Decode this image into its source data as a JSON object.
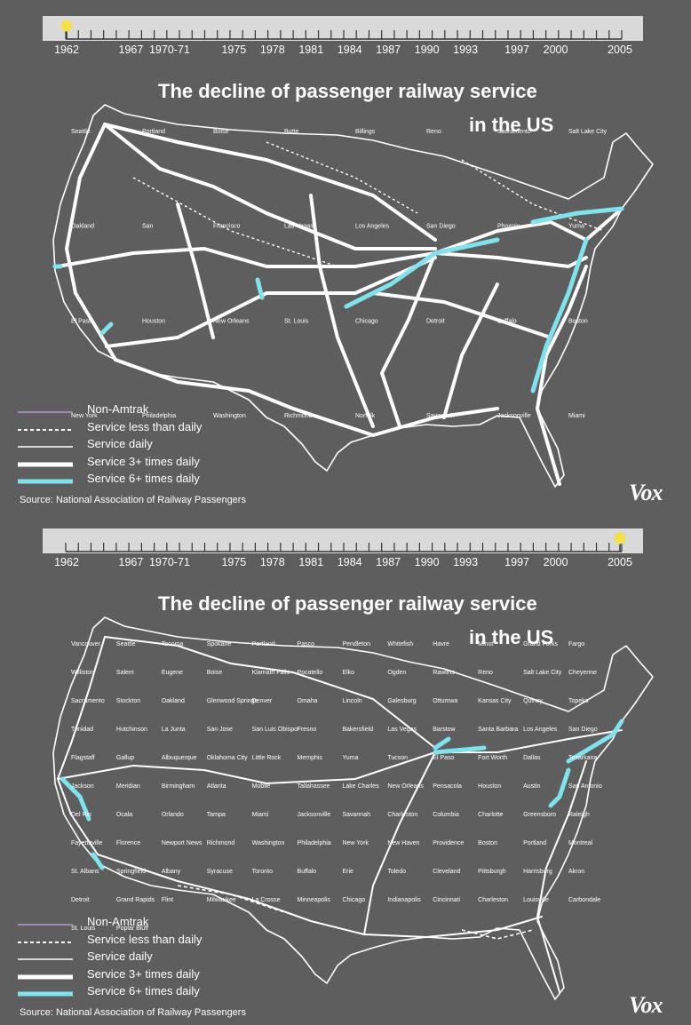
{
  "timeline": {
    "years": [
      "1962",
      "1967",
      "1970-71",
      "1975",
      "1978",
      "1981",
      "1984",
      "1987",
      "1990",
      "1993",
      "1997",
      "2000",
      "2005"
    ],
    "start_year": 1962,
    "end_year": 2005,
    "marker_color": "#f2e14a"
  },
  "title_line1": "The decline of passenger railway service",
  "title_line2": "in the US",
  "legend": [
    {
      "label": "Non-Amtrak",
      "style": "thin-purple",
      "color": "#c9a4d9"
    },
    {
      "label": "Service less than daily",
      "style": "dashed",
      "color": "#ffffff"
    },
    {
      "label": "Service daily",
      "style": "thin",
      "color": "#ffffff"
    },
    {
      "label": "Service 3+ times daily",
      "style": "thick",
      "color": "#ffffff"
    },
    {
      "label": "Service 6+ times daily",
      "style": "thick-cyan",
      "color": "#7fe3ee"
    }
  ],
  "source": "Source: National Association of Railway Passengers",
  "brand": "Vox",
  "colors": {
    "background": "#5e5e5e",
    "timeline_bar": "#d9d9d9",
    "route": "#ffffff",
    "frequent": "#7fe3ee"
  },
  "panels": [
    {
      "marker_year": 1962,
      "cities": [
        "Seattle",
        "Portland",
        "Boise",
        "Butte",
        "Billings",
        "Reno",
        "Sacramento",
        "Salt Lake City",
        "Oakland",
        "San",
        "Francisco",
        "Las Vegas",
        "Los Angeles",
        "San Diego",
        "Phoenix",
        "Yuma",
        "El Paso",
        "Houston",
        "New Orleans",
        "St. Louis",
        "Chicago",
        "Detroit",
        "Buffalo",
        "Boston",
        "New York",
        "Philadelphia",
        "Washington",
        "Richmond",
        "Norfolk",
        "Savannah",
        "Jacksonville",
        "Miami"
      ]
    },
    {
      "marker_year": 2005,
      "cities": [
        "Vancouver",
        "Seattle",
        "Tacoma",
        "Spokane",
        "Portland",
        "Pasco",
        "Pendleton",
        "Whitefish",
        "Havre",
        "Minot",
        "Grand Forks",
        "Fargo",
        "Williston",
        "Salem",
        "Eugene",
        "Boise",
        "Klamath Falls",
        "Pocatello",
        "Elko",
        "Ogden",
        "Rawlins",
        "Reno",
        "Salt Lake City",
        "Cheyenne",
        "Sacramento",
        "Stockton",
        "Oakland",
        "Glenwood Springs",
        "Denver",
        "Omaha",
        "Lincoln",
        "Galesburg",
        "Ottumwa",
        "Kansas City",
        "Quincy",
        "Topeka",
        "Trinidad",
        "Hutchinson",
        "La Junta",
        "San Jose",
        "San Luis Obispo",
        "Fresno",
        "Bakersfield",
        "Las Vegas",
        "Barstow",
        "Santa Barbara",
        "Los Angeles",
        "San Diego",
        "Flagstaff",
        "Gallup",
        "Albuquerque",
        "Oklahoma City",
        "Little Rock",
        "Memphis",
        "Yuma",
        "Tucson",
        "El Paso",
        "Fort Worth",
        "Dallas",
        "Texarkana",
        "Jackson",
        "Meridian",
        "Birmingham",
        "Atlanta",
        "Mobile",
        "Tallahassee",
        "Lake Charles",
        "New Orleans",
        "Pensacola",
        "Houston",
        "Austin",
        "San Antonio",
        "Del Rio",
        "Ocala",
        "Orlando",
        "Tampa",
        "Miami",
        "Jacksonville",
        "Savannah",
        "Charleston",
        "Columbia",
        "Charlotte",
        "Greensboro",
        "Raleigh",
        "Fayetteville",
        "Florence",
        "Newport News",
        "Richmond",
        "Washington",
        "Philadelphia",
        "New York",
        "New Haven",
        "Providence",
        "Boston",
        "Portland",
        "Montreal",
        "St. Albans",
        "Springfield",
        "Albany",
        "Syracuse",
        "Toronto",
        "Buffalo",
        "Erie",
        "Toledo",
        "Cleveland",
        "Pittsburgh",
        "Harrisburg",
        "Akron",
        "Detroit",
        "Grand Rapids",
        "Flint",
        "Milwaukee",
        "La Crosse",
        "Minneapolis",
        "Chicago",
        "Indianapolis",
        "Cincinnati",
        "Charleston",
        "Louisville",
        "Carbondale",
        "St. Louis",
        "Poplar Bluff"
      ]
    }
  ]
}
